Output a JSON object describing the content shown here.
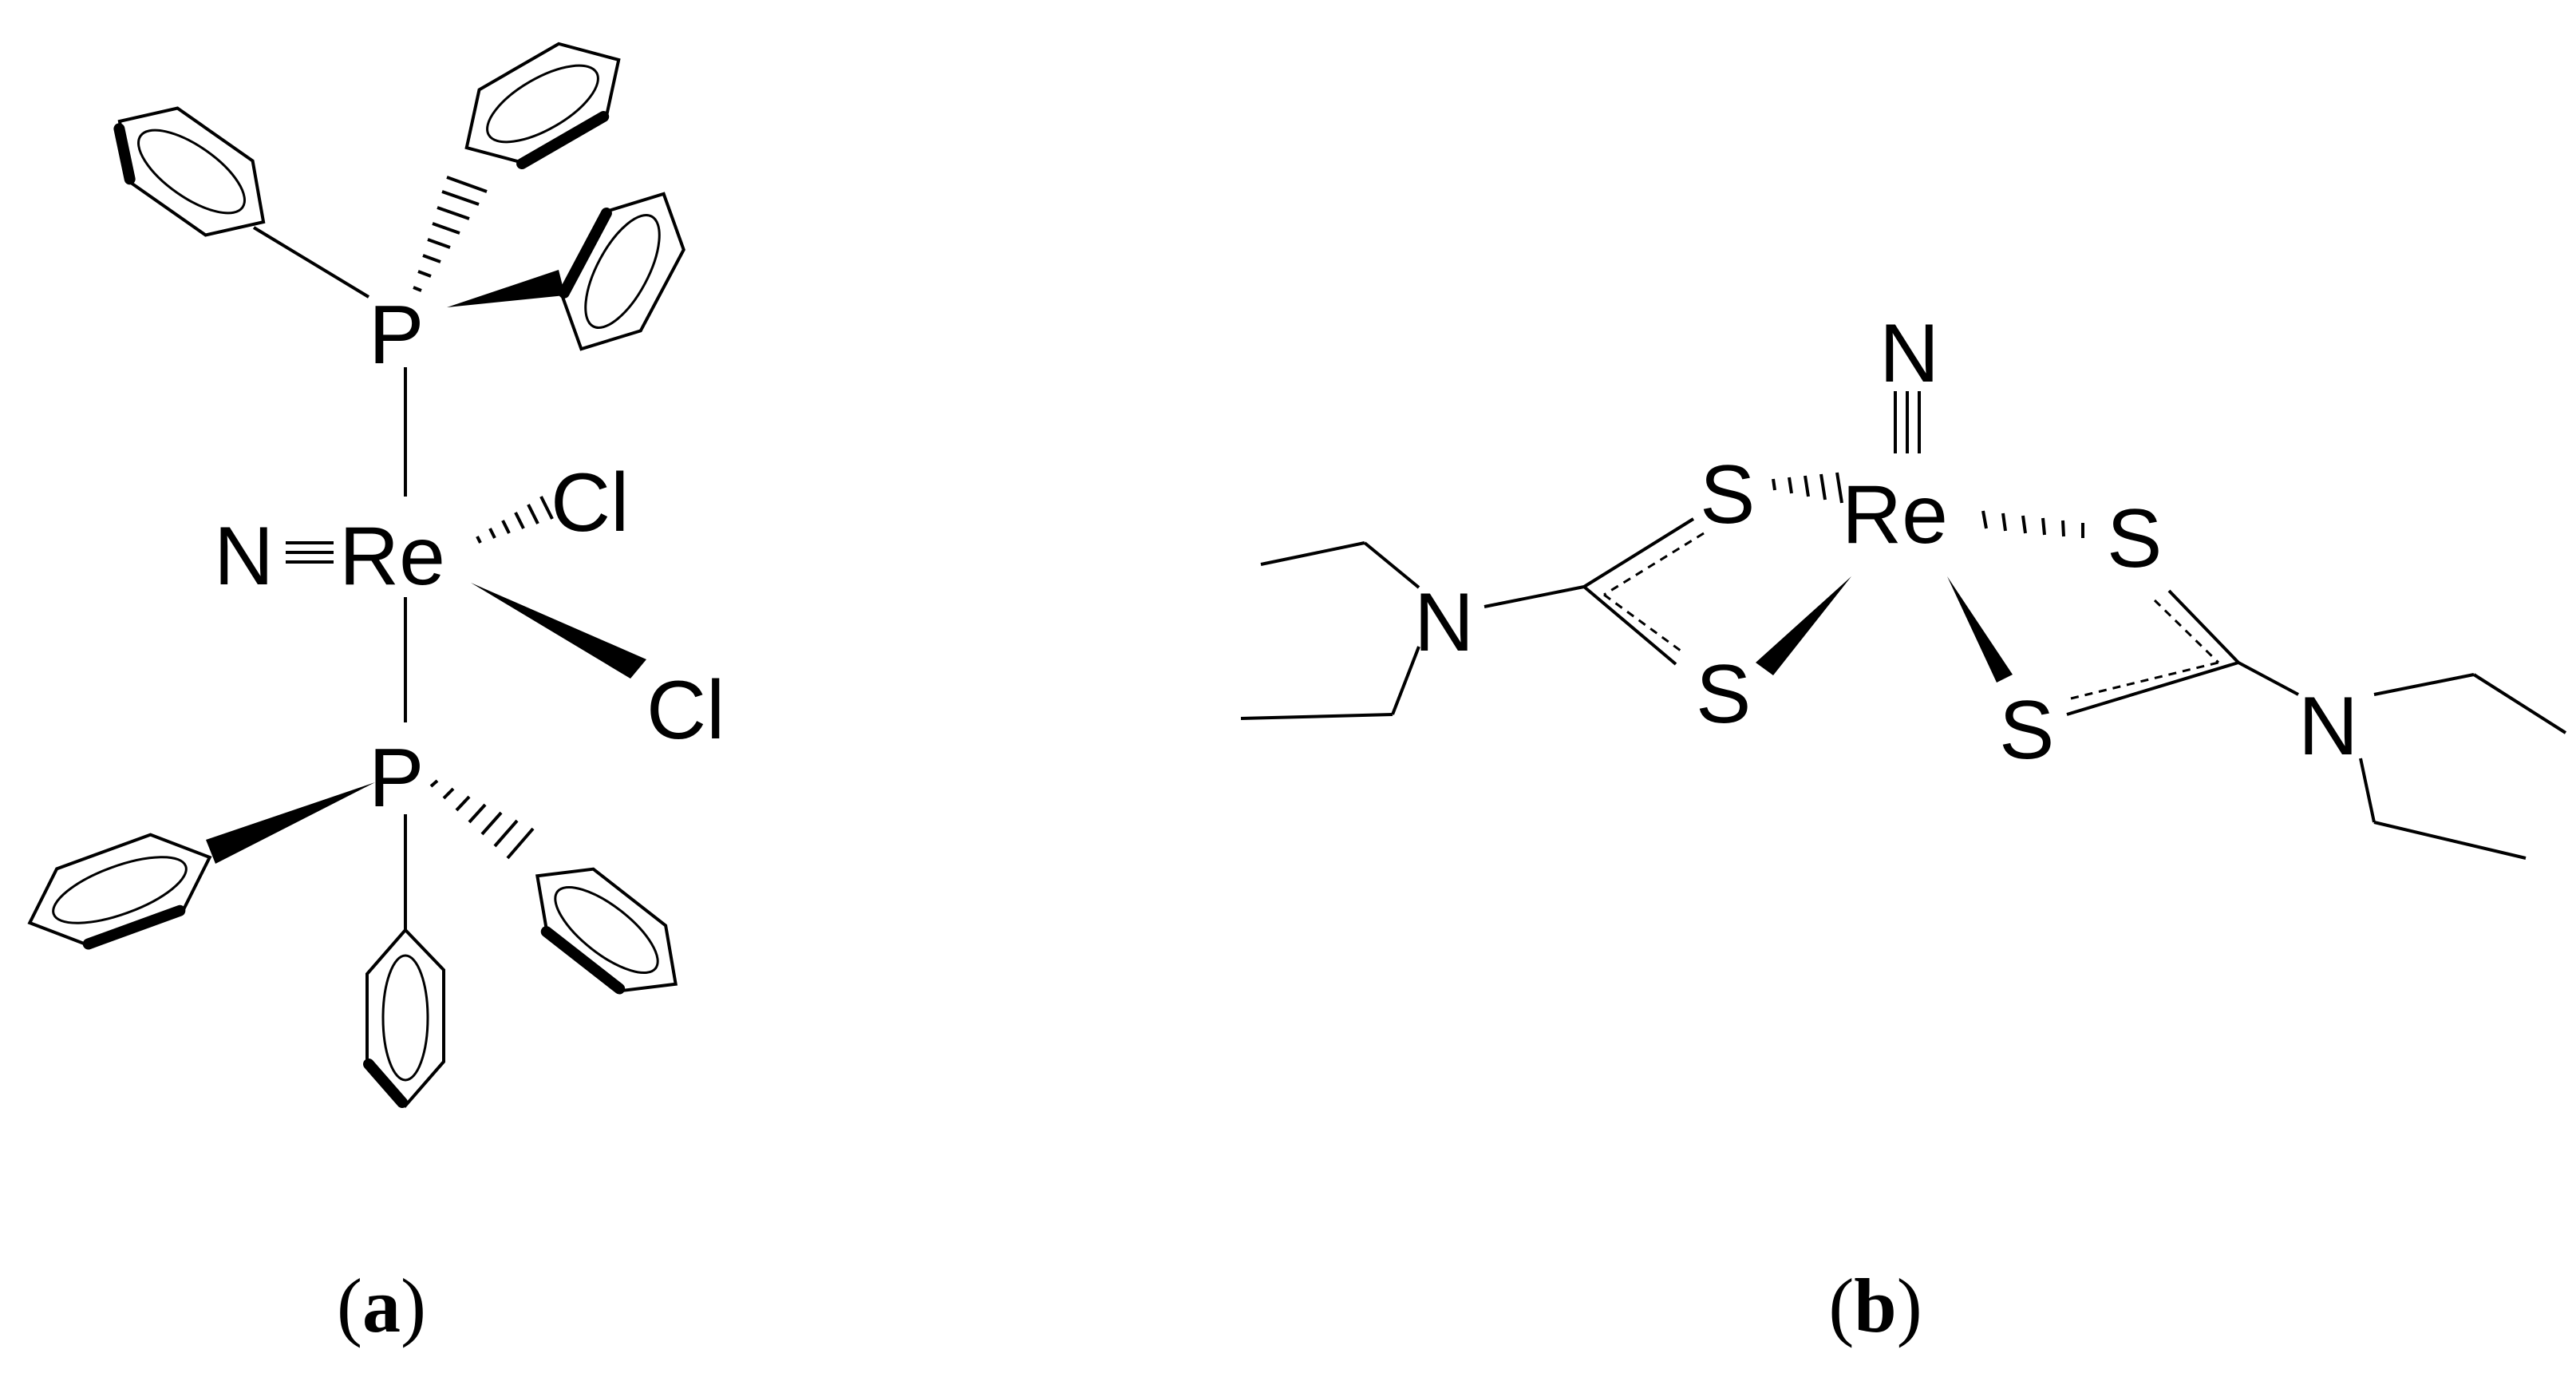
{
  "figure": {
    "panel_a": {
      "caption_open": "(",
      "caption_letter": "a",
      "caption_close": ")",
      "atoms": {
        "nitrogen": "N",
        "rhenium": "Re",
        "chlorine_1": "Cl",
        "chlorine_2": "Cl",
        "phosphorus_top": "P",
        "phosphorus_bottom": "P"
      }
    },
    "panel_b": {
      "caption_open": "(",
      "caption_letter": "b",
      "caption_close": ")",
      "atoms": {
        "nitrogen_top": "N",
        "rhenium": "Re",
        "sulfur_1": "S",
        "sulfur_2": "S",
        "sulfur_3": "S",
        "sulfur_4": "S",
        "nitrogen_left": "N",
        "nitrogen_right": "N"
      }
    }
  }
}
